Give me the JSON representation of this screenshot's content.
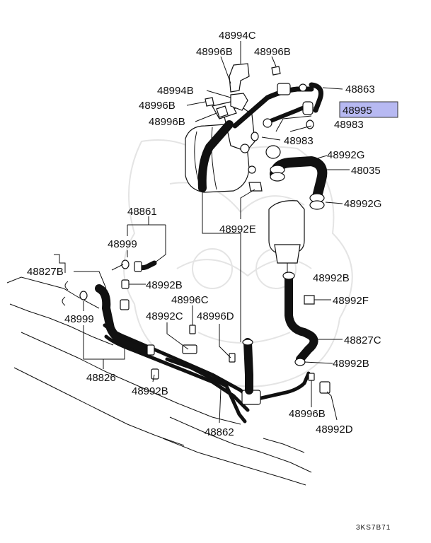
{
  "labels": {
    "l48994C": "48994C",
    "l48996B_a": "48996B",
    "l48996B_b": "48996B",
    "l48994B": "48994B",
    "l48863": "48863",
    "l48996B_c": "48996B",
    "l48995": "48995",
    "l48996B_d": "48996B",
    "l48983_a": "48983",
    "l48983_b": "48983",
    "l48992G_a": "48992G",
    "l48035": "48035",
    "l48992G_b": "48992G",
    "l48992E": "48992E",
    "l48861": "48861",
    "l48999_a": "48999",
    "l48827B": "48827B",
    "l48992B_a": "48992B",
    "l48996C": "48996C",
    "l48992C": "48992C",
    "l48996D": "48996D",
    "l48999_b": "48999",
    "l48992B_b": "48992B",
    "l48992F": "48992F",
    "l48827C": "48827C",
    "l48992B_c": "48992B",
    "l48826": "48826",
    "l48992B_d": "48992B",
    "l48862": "48862",
    "l48996B_e": "48996B",
    "l48992D": "48992D"
  },
  "highlighted_part": "48995",
  "diagram_code": "3KS7B71",
  "colors": {
    "highlight": "#b7b9f2",
    "line": "#111111"
  }
}
